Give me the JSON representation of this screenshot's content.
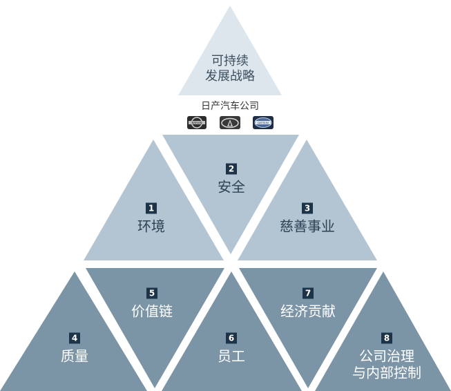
{
  "top": {
    "line1": "可持续",
    "line2": "发展战略"
  },
  "company": "日产汽车公司",
  "logos": [
    {
      "name": "nissan-logo",
      "text": "NISSAN"
    },
    {
      "name": "infiniti-logo",
      "text": ""
    },
    {
      "name": "datsun-logo",
      "text": "DATSUN"
    }
  ],
  "pillars": [
    {
      "num": "1",
      "label": "环境"
    },
    {
      "num": "2",
      "label": "安全"
    },
    {
      "num": "3",
      "label": "慈善事业"
    },
    {
      "num": "4",
      "label": "质量"
    },
    {
      "num": "5",
      "label": "价值链"
    },
    {
      "num": "6",
      "label": "员工"
    },
    {
      "num": "7",
      "label": "经济贡献"
    },
    {
      "num": "8",
      "label": "公司治理",
      "label2": "与内部控制"
    }
  ],
  "colors": {
    "top": "#dde6ec",
    "middle": "#b3c5d2",
    "bottom": "#7b94a6",
    "badge": "#1c3348"
  }
}
